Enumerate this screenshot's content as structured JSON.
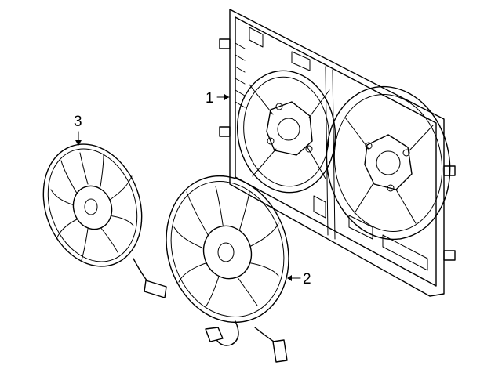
{
  "diagram": {
    "callouts": [
      {
        "id": "shroud",
        "label": "1"
      },
      {
        "id": "fan-large",
        "label": "2"
      },
      {
        "id": "fan-small",
        "label": "3"
      }
    ]
  },
  "colors": {
    "line": "#000000",
    "background": "#ffffff"
  }
}
